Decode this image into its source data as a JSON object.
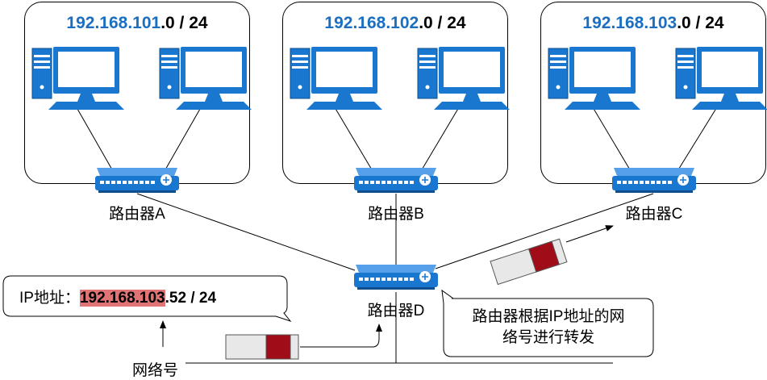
{
  "subnets": [
    {
      "net": "192.168.101",
      "suffix": ".0 / 24",
      "router_label": "路由器A"
    },
    {
      "net": "192.168.102",
      "suffix": ".0 / 24",
      "router_label": "路由器B"
    },
    {
      "net": "192.168.103",
      "suffix": ".0 / 24",
      "router_label": "路由器C"
    }
  ],
  "central_router": {
    "label": "路由器D"
  },
  "ip_callout": {
    "prefix": "IP地址：",
    "network": "192.168.103",
    "host": ".52 / 24"
  },
  "network_label": "网络号",
  "note": {
    "line1": "路由器根据IP地址的网",
    "line2": "络号进行转发"
  },
  "colors": {
    "network_blue": "#1b6fc2",
    "highlight": "#e07474",
    "packet_red": "#a00d18",
    "packet_gray": "#e8e8e8",
    "device_blue": "#1977d0"
  },
  "icons": [
    "computer-icon",
    "router-icon",
    "packet-icon",
    "arrow-icon"
  ]
}
